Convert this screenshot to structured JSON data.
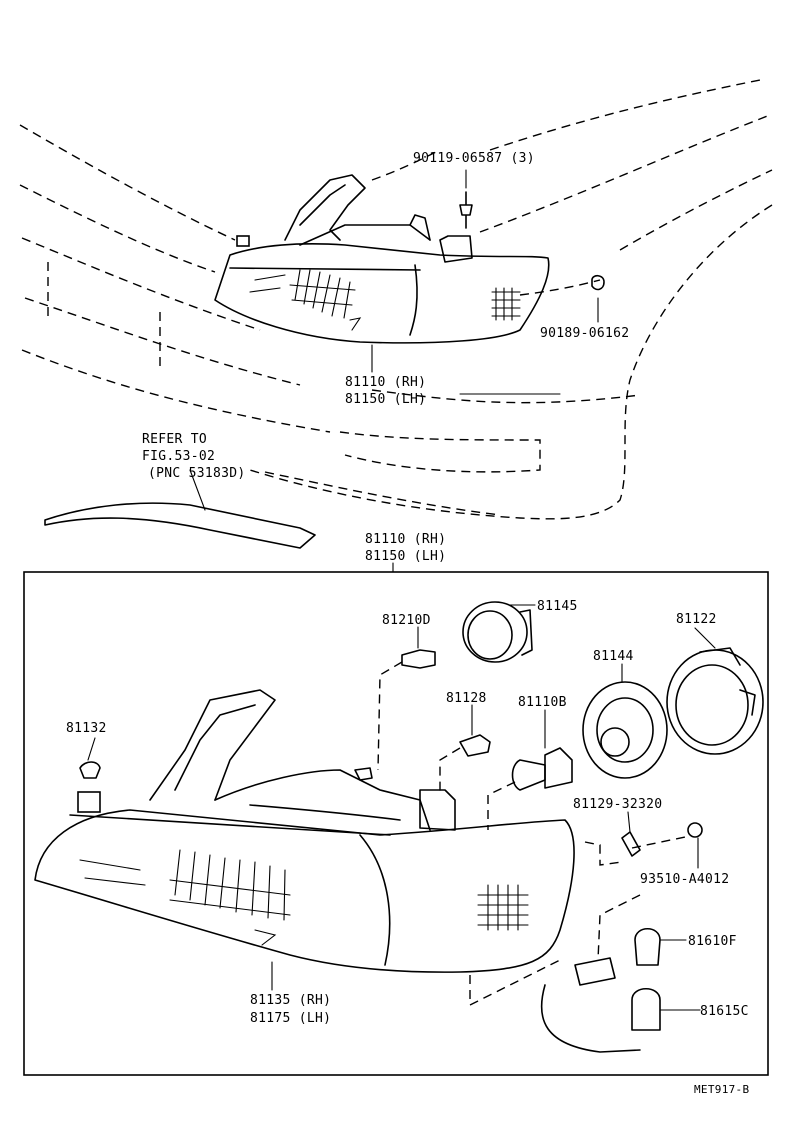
{
  "upper": {
    "bolt": "90119-06587 (3)",
    "clip": "90189-06162",
    "assy_rh": "81110 (RH)",
    "assy_lh": "81150 (LH)",
    "refer_line1": "REFER TO",
    "refer_line2": "FIG.53-02",
    "refer_line3": "(PNC 53183D)"
  },
  "lower": {
    "assy_rh": "81110 (RH)",
    "assy_lh": "81150 (LH)",
    "p81210d": "81210D",
    "p81145": "81145",
    "p81122": "81122",
    "p81144": "81144",
    "p81128": "81128",
    "p81110b": "81110B",
    "p81132": "81132",
    "p81129": "81129-32320",
    "p93510": "93510-A4012",
    "p81610f": "81610F",
    "p81615c": "81615C",
    "lens_rh": "81135 (RH)",
    "lens_lh": "81175 (LH)"
  },
  "figure_code": "MET917-B"
}
